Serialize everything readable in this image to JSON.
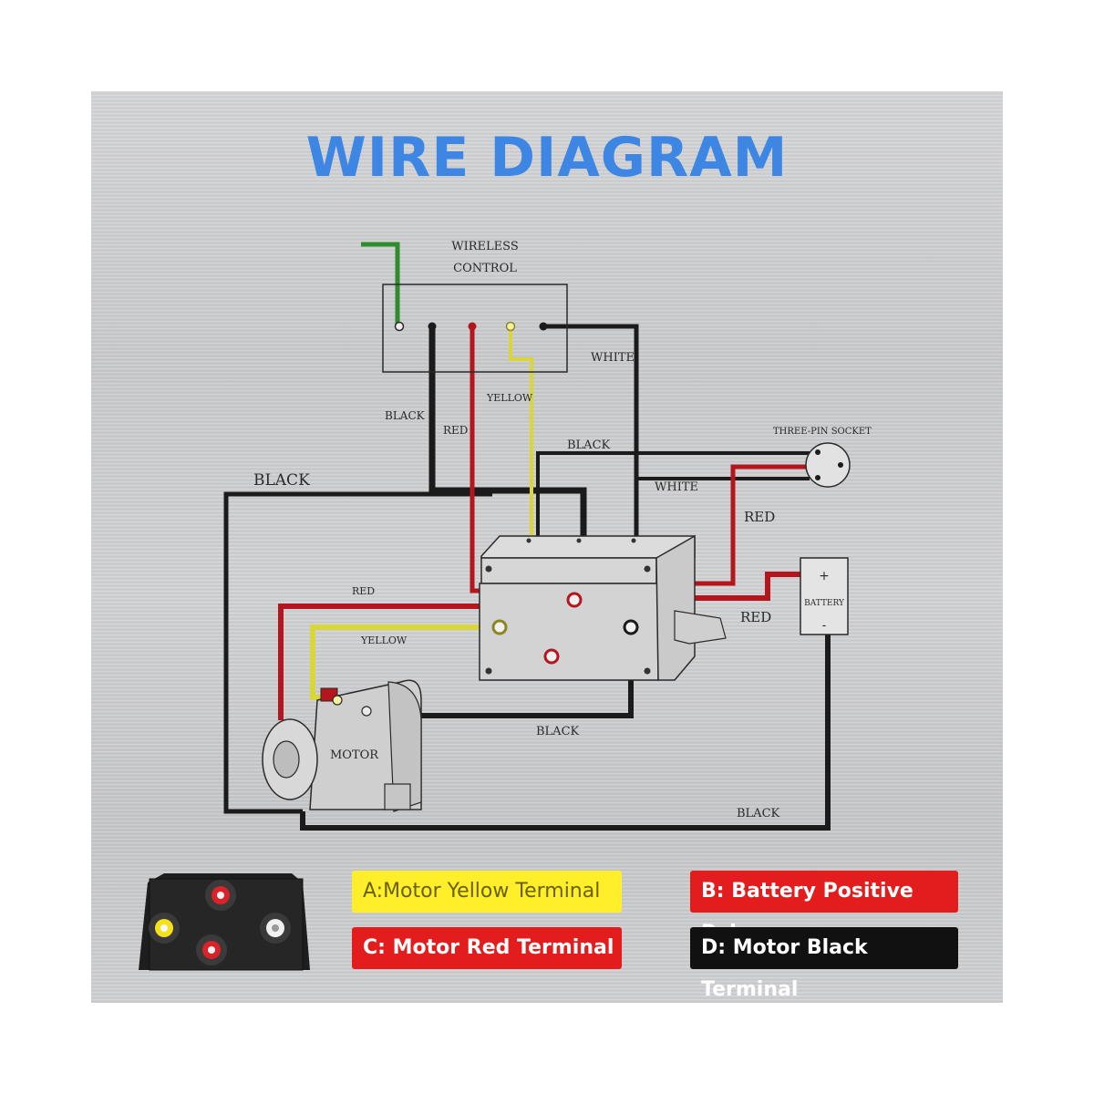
{
  "title": "WIRE DIAGRAM",
  "labels": {
    "wireless": "WIRELESS",
    "control": "CONTROL",
    "white_top": "WHITE",
    "black_ctrl": "BLACK",
    "yellow_ctrl": "YELLOW",
    "red_ctrl": "RED",
    "three_pin_socket": "THREE-PIN SOCKET",
    "black_socket": "BLACK",
    "white_socket": "WHITE",
    "red_socket": "RED",
    "black_left": "BLACK",
    "red_motor": "RED",
    "yellow_motor": "YELLOW",
    "battery": "BATTERY",
    "battery_plus": "+",
    "battery_minus": "-",
    "red_battery": "RED",
    "motor": "MOTOR",
    "black_motor": "BLACK",
    "black_bottom": "BLACK"
  },
  "legend": {
    "a": "A:Motor Yellow Terminal",
    "b": "B: Battery Positive Pole",
    "c": "C: Motor Red Terminal",
    "d": "D: Motor Black Terminal"
  },
  "colors": {
    "title": "#3d86e4",
    "wire_black": "#1b1b1b",
    "wire_red": "#b5161d",
    "wire_yellow": "#d9d63a",
    "wire_green": "#2e8b2e"
  }
}
